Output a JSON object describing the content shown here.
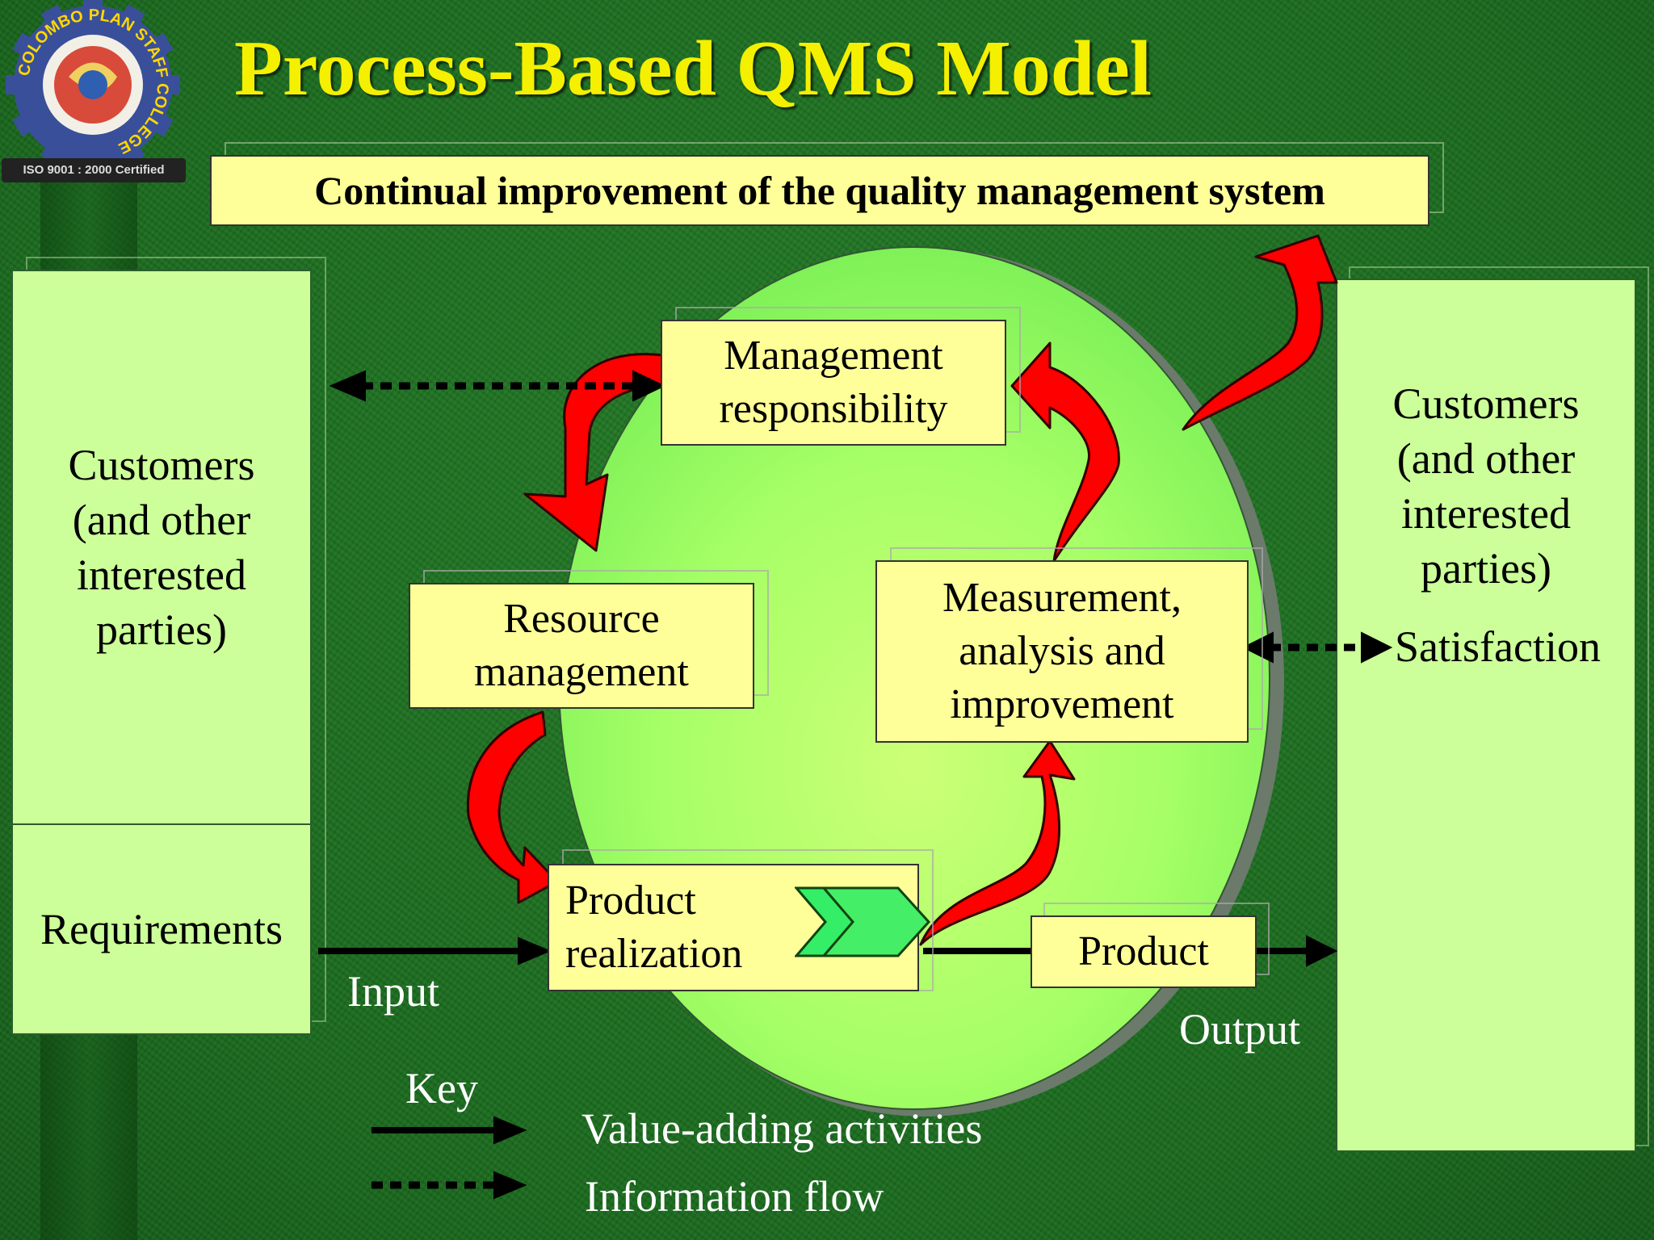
{
  "title": "Process-Based QMS Model",
  "banner": "Continual improvement of the quality management system",
  "logo": {
    "ring_text": "COLOMBO PLAN STAFF COLLEGE",
    "cert_text": "ISO 9001 : 2000 Certified"
  },
  "left_panel": {
    "customers": "Customers (and other interested parties)",
    "requirements": "Requirements"
  },
  "right_panel": {
    "customers": "Customers (and other interested parties)",
    "satisfaction": "Satisfaction"
  },
  "processes": {
    "management": "Management responsibility",
    "resource": "Resource management",
    "measurement": "Measurement, analysis and improvement",
    "realization": "Product realization",
    "product": "Product"
  },
  "flow_labels": {
    "input": "Input",
    "output": "Output"
  },
  "key": {
    "heading": "Key",
    "value_adding": "Value-adding activities",
    "information_flow": "Information flow"
  },
  "colors": {
    "background": "#1c6b20",
    "title": "#f4f000",
    "process_box": "#ffff99",
    "side_panel": "#ccff99",
    "circle": "#99ff66",
    "cycle_arrow": "#ff0000",
    "chevron": "#33ee66"
  }
}
